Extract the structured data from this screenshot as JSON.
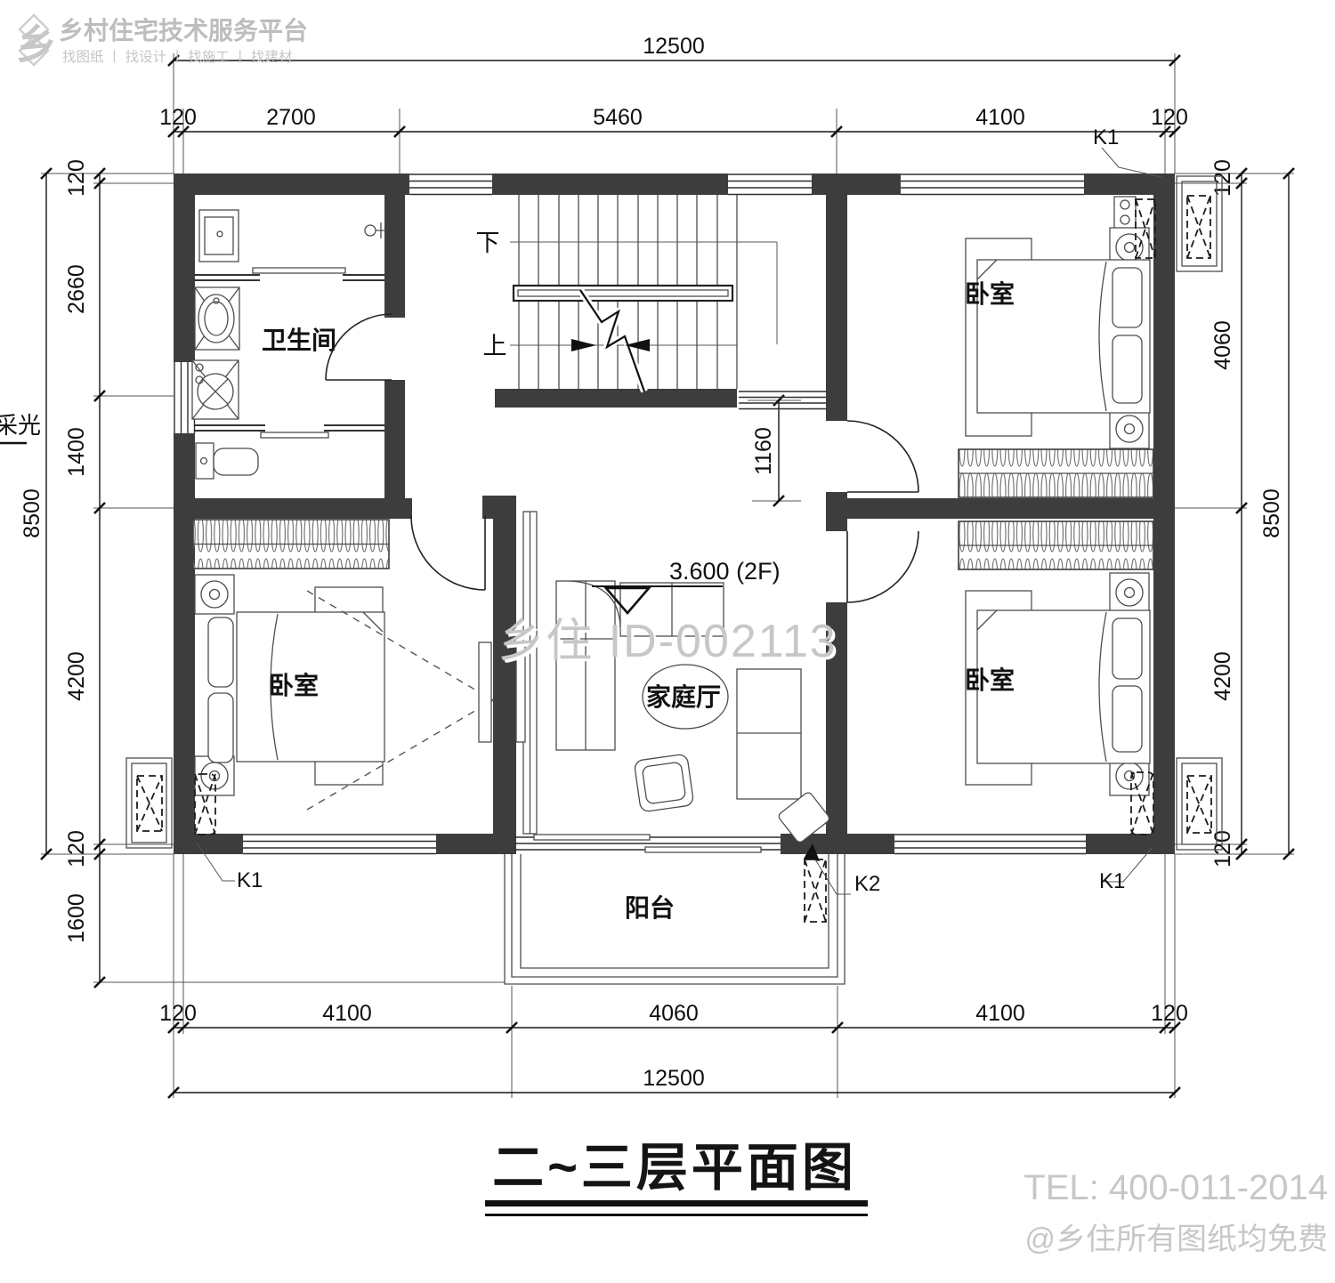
{
  "branding": {
    "logo_title": "乡村住宅技术服务平台",
    "logo_subtitle": "找图纸 丨 找设计 丨 找施工 丨 找建材",
    "logo_glyph": "乡",
    "center_watermark": "乡住 ID-002113",
    "tel": "TEL: 400-011-2014",
    "free_note": "@乡住所有图纸均免费"
  },
  "title": {
    "text": "二~三层平面图"
  },
  "rooms": {
    "bathroom": "卫生间",
    "bedroom_top_right": "卧室",
    "bedroom_bottom_left": "卧室",
    "bedroom_bottom_right": "卧室",
    "family_hall": "家庭厅",
    "balcony": "阳台"
  },
  "stairs": {
    "down": "下",
    "up": "上"
  },
  "level_mark": "3.600 (2F)",
  "daylight_label": "采光",
  "window_marks": {
    "k1_top_right": "K1",
    "k1_bottom_left": "K1",
    "k1_bottom_right": "K1",
    "k2_balcony": "K2"
  },
  "dims": {
    "top": {
      "overall": "12500",
      "segments": [
        "120",
        "2700",
        "5460",
        "4100",
        "120"
      ]
    },
    "bottom": {
      "overall": "12500",
      "segments": [
        "120",
        "4100",
        "4060",
        "4100",
        "120"
      ]
    },
    "left": {
      "overall": "8500",
      "segments": [
        "120",
        "2660",
        "1400",
        "4200",
        "120"
      ],
      "balcony_depth": "1600"
    },
    "right": {
      "overall": "8500",
      "segments": [
        "120",
        "4060",
        "4200",
        "120"
      ]
    },
    "interior": {
      "hall": "1160"
    }
  },
  "colors": {
    "wall": "#3d3d3d",
    "line": "#161616",
    "watermark": "#c7c7c7"
  }
}
